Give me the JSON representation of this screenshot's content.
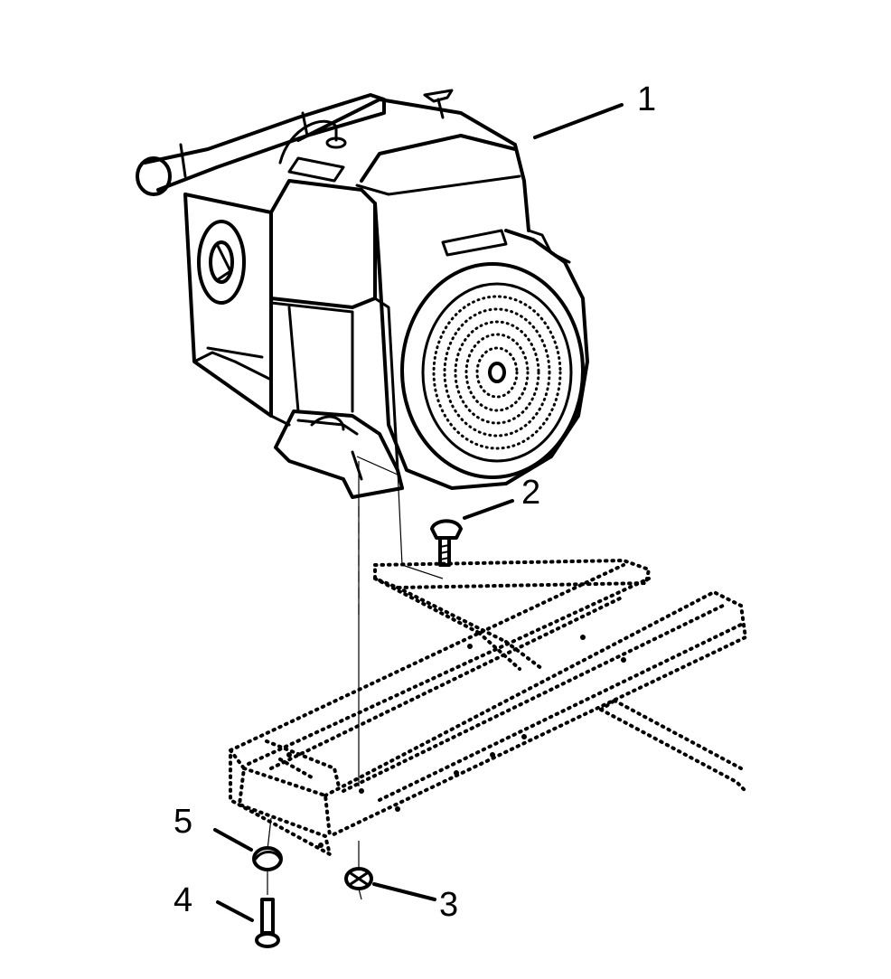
{
  "diagram": {
    "callouts": [
      {
        "id": "1",
        "label": "1"
      },
      {
        "id": "2",
        "label": "2"
      },
      {
        "id": "3",
        "label": "3"
      },
      {
        "id": "4",
        "label": "4"
      },
      {
        "id": "5",
        "label": "5"
      }
    ],
    "parts": [
      {
        "callout": "1",
        "icon": "engine-icon"
      },
      {
        "callout": "2",
        "icon": "bolt-icon"
      },
      {
        "callout": "3",
        "icon": "nut-icon"
      },
      {
        "callout": "4",
        "icon": "bolt-icon"
      },
      {
        "callout": "5",
        "icon": "nut-icon"
      }
    ],
    "colors": {
      "ink": "#000000",
      "background": "#ffffff"
    }
  }
}
